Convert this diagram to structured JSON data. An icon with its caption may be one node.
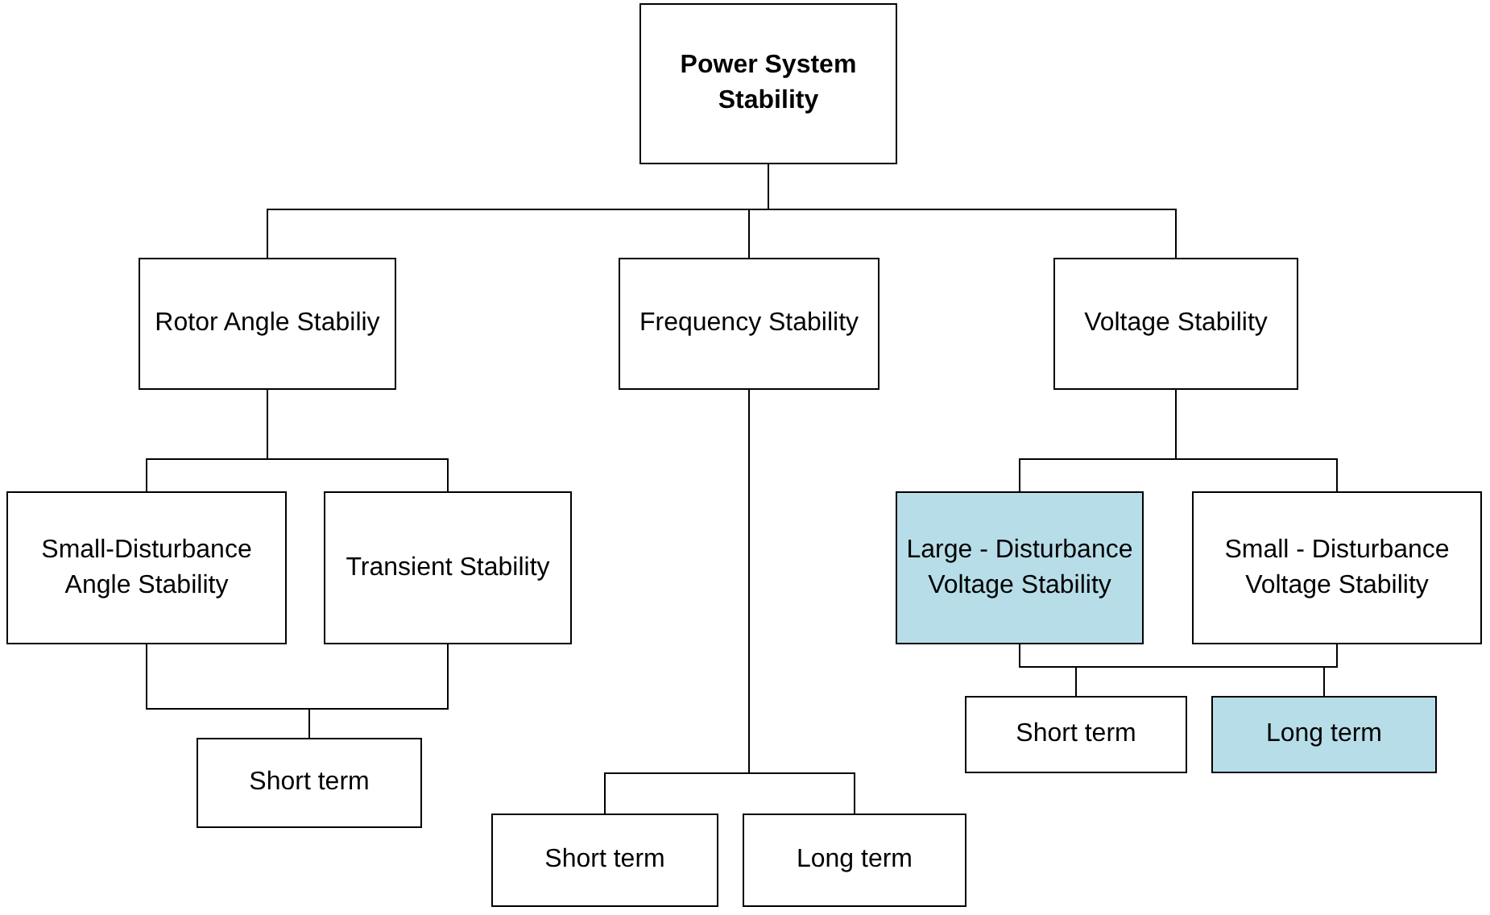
{
  "diagram": {
    "nodes": [
      {
        "text": [
          "Power System Stability"
        ]
      },
      {
        "text": [
          "Rotor Angle Stabiliy"
        ]
      },
      {
        "text": [
          "Frequency Stability"
        ]
      },
      {
        "text": [
          "Voltage Stability"
        ]
      },
      {
        "text": [
          "Small-Disturbance Angle Stability"
        ]
      },
      {
        "text": [
          "Transient Stability"
        ]
      },
      {
        "text": [
          "Short term"
        ]
      },
      {
        "text": [
          "Large - Disturbance Voltage Stability"
        ]
      },
      {
        "text": [
          "Small - Disturbance Voltage Stability"
        ]
      },
      {
        "text": [
          "Short term"
        ]
      },
      {
        "text": [
          "Long term"
        ]
      },
      {
        "text": [
          "Short term"
        ]
      },
      {
        "text": [
          "Long term"
        ]
      }
    ],
    "edges": [
      {
        "from": 0,
        "to": 1,
        "arrow": "none"
      },
      {
        "from": 0,
        "to": 2,
        "arrow": "none"
      },
      {
        "from": 0,
        "to": 3,
        "arrow": "none"
      },
      {
        "from": 1,
        "to": 4,
        "arrow": "none"
      },
      {
        "from": 1,
        "to": 5,
        "arrow": "none"
      },
      {
        "from": 4,
        "to": 6,
        "arrow": "none"
      },
      {
        "from": 5,
        "to": 6,
        "arrow": "none"
      },
      {
        "from": 2,
        "to": 11,
        "arrow": "none"
      },
      {
        "from": 2,
        "to": 12,
        "arrow": "none"
      },
      {
        "from": 3,
        "to": 7,
        "arrow": "none"
      },
      {
        "from": 3,
        "to": 8,
        "arrow": "none"
      },
      {
        "from": 7,
        "to": 9,
        "arrow": "none"
      },
      {
        "from": 7,
        "to": 10,
        "arrow": "none"
      },
      {
        "from": 8,
        "to": 9,
        "arrow": "none"
      },
      {
        "from": 8,
        "to": 10,
        "arrow": "none"
      }
    ]
  }
}
